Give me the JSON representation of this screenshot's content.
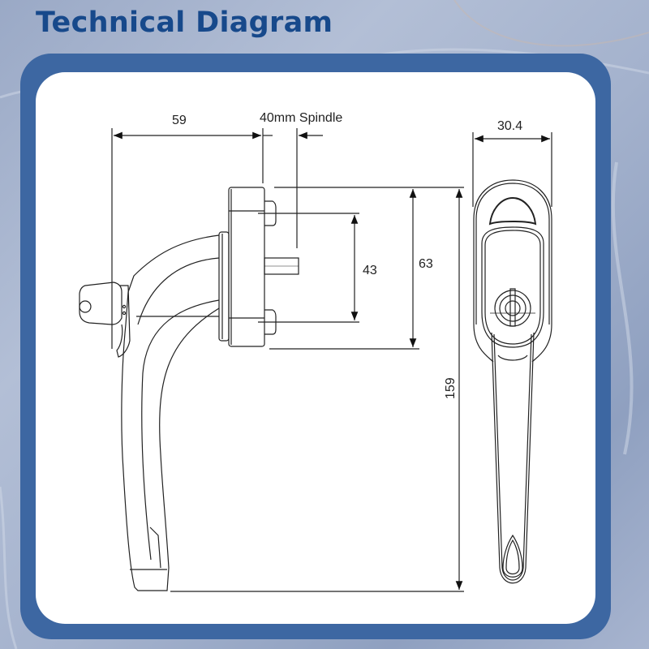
{
  "header": {
    "title": "Technical Diagram"
  },
  "colors": {
    "title": "#17498b",
    "frame": "#3d67a2",
    "panel": "#ffffff",
    "line": "#222222"
  },
  "diagram": {
    "subject": "window handle with key lock, side and front views",
    "dimensions": {
      "handle_projection": "59",
      "spindle": "40mm Spindle",
      "front_width": "30.4",
      "fixing_centres": "43",
      "base_height": "63",
      "overall_length": "159"
    }
  }
}
